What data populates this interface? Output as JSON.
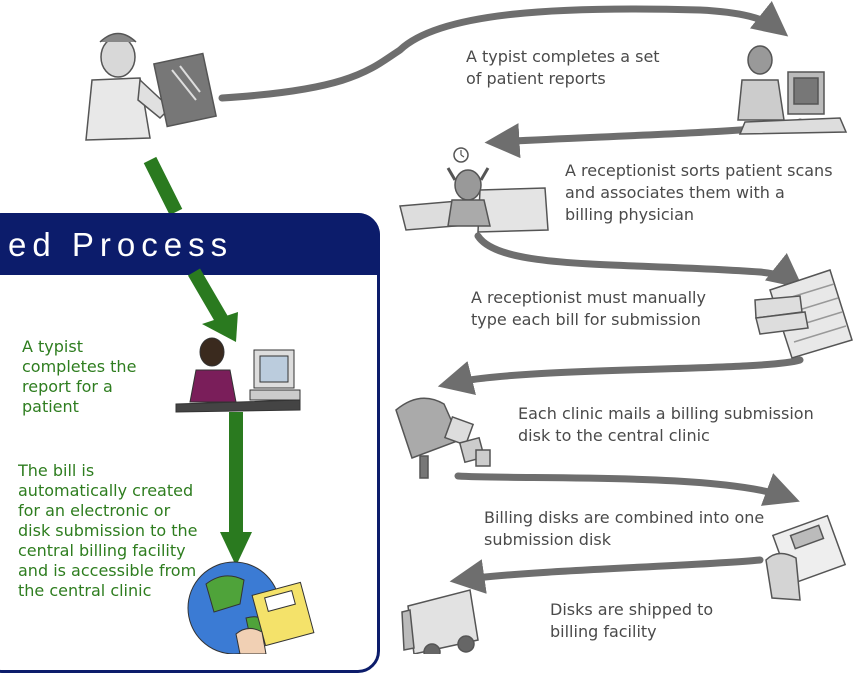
{
  "panel": {
    "title": "ed Process",
    "steps": [
      "A typist completes the report for a patient",
      "The bill is automatically created for an electronic or disk submission to the central billing facility and is accessible from the central clinic"
    ]
  },
  "flow": {
    "steps": [
      "A typist completes a set of patient reports",
      "A receptionist sorts patient scans and associates them with a billing physician",
      "A receptionist must manually type each bill for submission",
      "Each clinic mails a billing submission disk to the central clinic",
      "Billing disks are combined into one submission disk",
      "Disks are shipped to billing facility"
    ]
  },
  "colors": {
    "panel_navy": "#0c1c6b",
    "flow_arrow_gray": "#6e6e6e",
    "green_arrow": "#2a7a1f",
    "green_text": "#2e7d1f",
    "gray_text": "#4a4a4a"
  },
  "icons": [
    "doctor-xray-icon",
    "typist-phone-icon",
    "stressed-receptionist-icon",
    "keyboard-hands-icon",
    "mailbox-disks-icon",
    "hand-floppy-icon",
    "delivery-truck-icon",
    "woman-computer-icon",
    "globe-floppy-icon"
  ]
}
